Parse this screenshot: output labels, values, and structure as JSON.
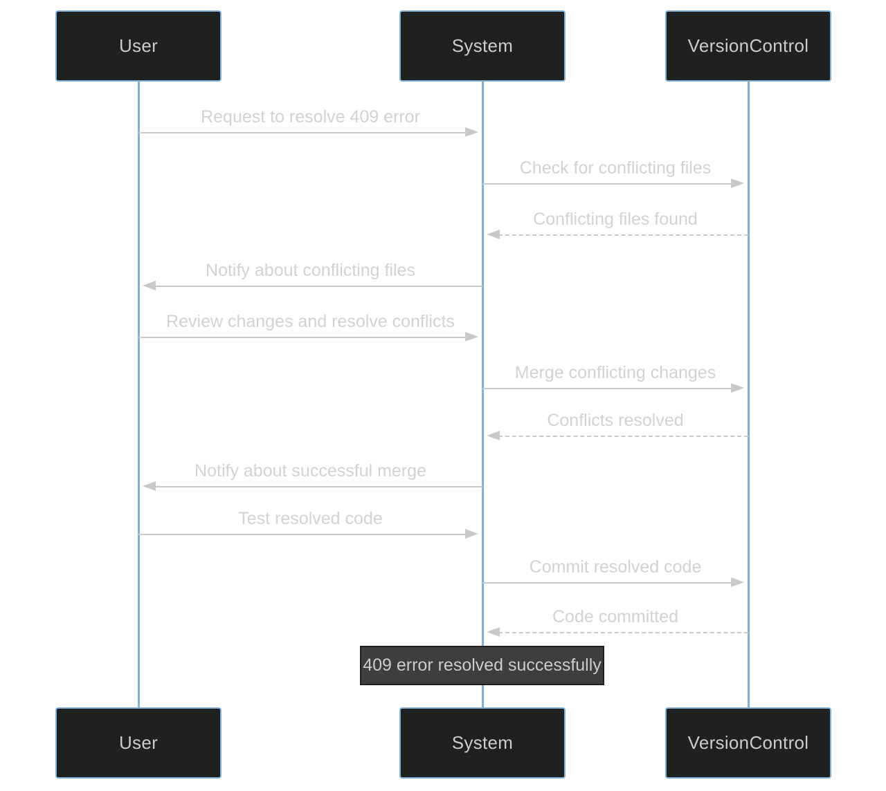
{
  "diagram": {
    "type": "sequence",
    "actors": [
      {
        "id": "user",
        "label": "User"
      },
      {
        "id": "system",
        "label": "System"
      },
      {
        "id": "versioncontrol",
        "label": "VersionControl"
      }
    ],
    "messages": [
      {
        "from": "User",
        "to": "System",
        "label": "Request to resolve 409 error",
        "style": "solid"
      },
      {
        "from": "System",
        "to": "VersionControl",
        "label": "Check for conflicting files",
        "style": "solid"
      },
      {
        "from": "VersionControl",
        "to": "System",
        "label": "Conflicting files found",
        "style": "dashed"
      },
      {
        "from": "System",
        "to": "User",
        "label": "Notify about conflicting files",
        "style": "solid"
      },
      {
        "from": "User",
        "to": "System",
        "label": "Review changes and resolve conflicts",
        "style": "solid"
      },
      {
        "from": "System",
        "to": "VersionControl",
        "label": "Merge conflicting changes",
        "style": "solid"
      },
      {
        "from": "VersionControl",
        "to": "System",
        "label": "Conflicts resolved",
        "style": "dashed"
      },
      {
        "from": "System",
        "to": "User",
        "label": "Notify about successful merge",
        "style": "solid"
      },
      {
        "from": "User",
        "to": "System",
        "label": "Test resolved code",
        "style": "solid"
      },
      {
        "from": "System",
        "to": "VersionControl",
        "label": "Commit resolved code",
        "style": "solid"
      },
      {
        "from": "VersionControl",
        "to": "System",
        "label": "Code committed",
        "style": "dashed"
      }
    ],
    "note": {
      "over": "System",
      "label": "409 error resolved successfully"
    }
  },
  "colors": {
    "background": "#ffffff",
    "actor_fill": "#1f2020",
    "actor_border": "#81b1db",
    "actor_text": "#cccccc",
    "lifeline": "#81afd9",
    "message_line": "#c9c9c9",
    "message_text": "#d2d2d2",
    "note_fill": "#3e3e3e",
    "note_border": "#1f1f1f",
    "note_text": "#cccccc"
  }
}
